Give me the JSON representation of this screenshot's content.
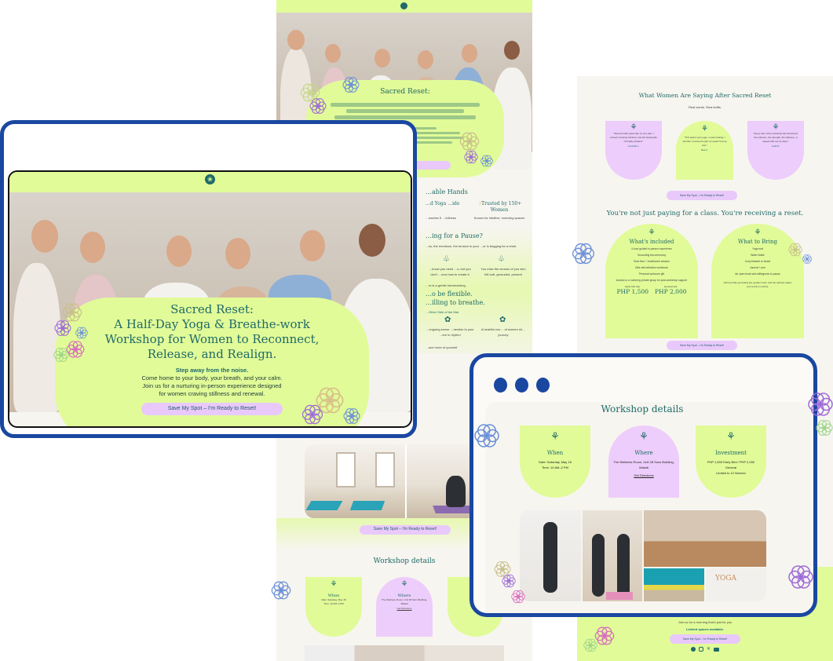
{
  "colors": {
    "lime": "#e1fb98",
    "purple": "#edcdfb",
    "teal": "#1f6a68",
    "frame_blue": "#1a47a0",
    "page_bg": "#f7f5f0"
  },
  "hero": {
    "title_line1": "Sacred Reset:",
    "title_rest": "A Half-Day Yoga & Breathe-work Workshop for Women to Reconnect, Release, and Realign.",
    "lead": "Step away from the noise.",
    "body1": "Come home to your body, your breath, and your calm.",
    "body2": "Join us for a nurturing in-person experience designed",
    "body3": "for women craving stillness and renewal.",
    "cta": "Save My Spot – I'm Ready to Reset!"
  },
  "center_page": {
    "capable_hands": "…able Hands",
    "trust1_title": "…d Yoga …ide",
    "trust1_text": "…eaches 5 …fullness",
    "trust2_title": "Trusted by 150+ Women",
    "trust2_text": "Known for intuitive, nurturing spaces",
    "pause_heading": "…ing for a Pause?",
    "pause_intro": "…ss, the emotions, the tension in your …ur is begging for a reset.",
    "pause_item1": "…know you need …s, but you don't …now how to create it",
    "pause_item2": "You miss the version of you who felt soft, grounded, present",
    "pause_outro": "…rs is a gentle homecoming.",
    "flex_heading_1": "…o be flexible.",
    "flex_heading_2": "…illing to breathe.",
    "other_side": "…Other Side of the Mat",
    "benefit1": "…ongoing sense …nection to your …ere in rhythm",
    "benefit2": "A heartful con… of women sh… journey",
    "benefit_outro": "…ave more of yourself",
    "cta": "Save My Spot – I'm Ready to Reset!",
    "workshop_heading": "Workshop details"
  },
  "testimonials": {
    "heading": "What Women Are Saying After Sacred Reset",
    "sub": "Real words. Real shifts.",
    "items": [
      {
        "quote": "\"Sienna holds space like no one else. I arrived in feeling frazzled, and left feeling like I'd finally exhaled.\"",
        "author": "Amanda L."
      },
      {
        "quote": "\"This wasn't just yoga—it was healing. I feel like I received a part of myself I'd long lost.\"",
        "author": "Bea K."
      },
      {
        "quote": "\"Every part of the workshop felt intentional: the softness, the strength, the stillness—it stayed with me for days.\"",
        "author": "Leila R."
      }
    ],
    "cta": "Save My Spot – I'm Ready to Reset!"
  },
  "reset": {
    "heading": "You're not just paying for a class. You're receiving a reset.",
    "included_title": "What's included",
    "included": [
      "4-hour guided in-person experience",
      "Grounding tea ceremony",
      "Slow flow + breathwork session",
      "Mini self-reflection workbook",
      "Personal welcome gift",
      "Access to a nurturing private group for post-workshop support"
    ],
    "early_label": "Early bird rate",
    "early_price": "PHP 1,500",
    "general_label": "General rate",
    "general_price": "PHP 2,000",
    "bring_title": "What to Bring",
    "bring": [
      "Yoga mat",
      "Water bottle",
      "Cozy blanket or shawl",
      "Journal + pen",
      "An open heart and willingness to pause"
    ],
    "bring_note": "We'll provide grounding tea, gentle music, and the calmest space you've felt in months.",
    "cta": "Save My Spot – I'm Ready to Reset!"
  },
  "details": {
    "heading": "Workshop details",
    "when_title": "When",
    "when_date": "Date: Saturday, May 18",
    "when_time": "Time: 10 AM–2 PM",
    "where_title": "Where",
    "where_address": "The Wellness Room, Unit 28 Suns Building, Makati",
    "where_link": "Get Directions",
    "invest_title": "Investment",
    "invest_price": "PHP 1,500 Early Bird / PHP 2,000 General",
    "invest_limit": "Limited to 12 Women"
  },
  "footer": {
    "line1": "Join us for a morning that's just for you",
    "line2": "Limited spaces available.",
    "cta": "Save My Spot – I'm Ready to Reset!",
    "social": [
      "facebook-icon",
      "instagram-icon",
      "x-icon",
      "youtube-icon"
    ]
  },
  "photo_text": {
    "yoga_sign": "YOGA"
  }
}
